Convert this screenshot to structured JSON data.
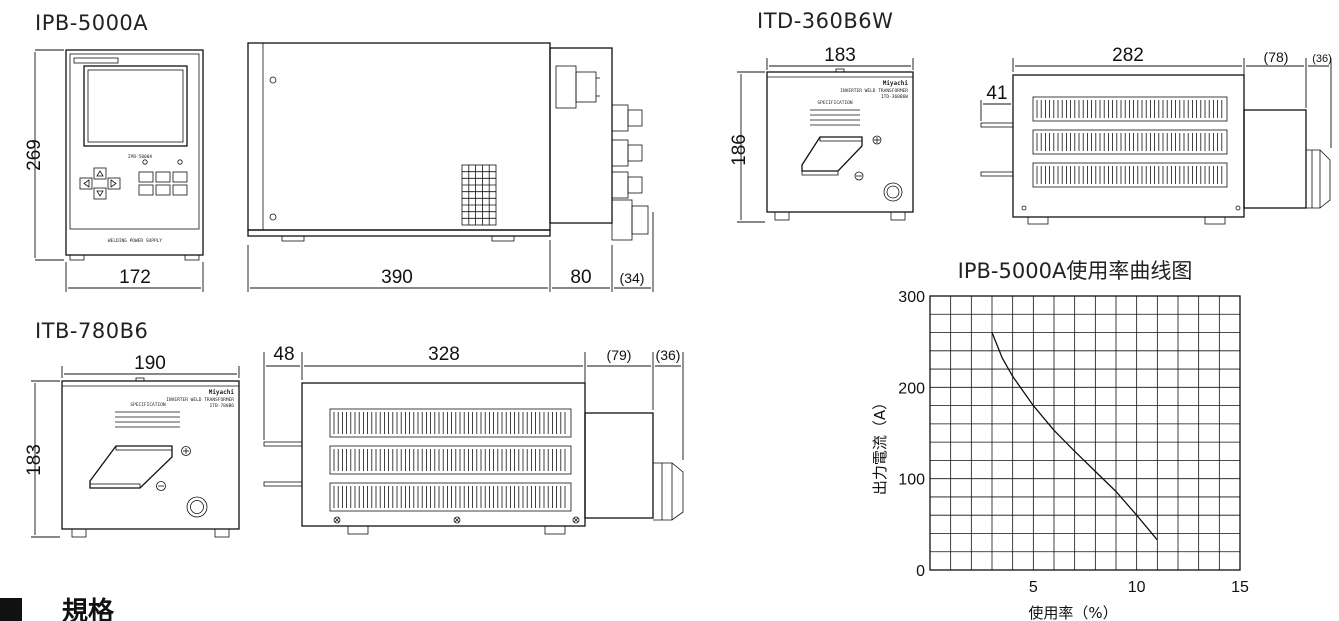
{
  "models": {
    "ipb": "IPB-5000A",
    "itd": "ITD-360B6W",
    "itb": "ITB-780B6"
  },
  "ipb_dims": {
    "height": "269",
    "front_width": "172",
    "side_length": "390",
    "protrusion": "80",
    "protrusion_extra": "(34)"
  },
  "itd_dims": {
    "width": "183",
    "height": "186",
    "length": "282",
    "terminal": "41",
    "extra_1": "(78)",
    "extra_2": "(36)"
  },
  "itb_dims": {
    "width": "190",
    "height": "183",
    "terminal": "48",
    "length": "328",
    "extra_1": "(79)",
    "extra_2": "(36)"
  },
  "panel_text": {
    "power_supply": "WELDING POWER SUPPLY",
    "ipb_model_label": "IPB-5000A"
  },
  "label_text": {
    "brand": "Miyachi",
    "transformer": "INVERTER WELD TRANSFORMER",
    "spec_heading": "SPECIFICATION",
    "itd_model": "ITD-360B6W",
    "itb_model": "ITB-780B6"
  },
  "section": {
    "heading": "規格"
  },
  "chart_data": {
    "type": "line",
    "title": "IPB-5000A使用率曲线图",
    "xlabel": "使用率（%）",
    "ylabel": "出力電流（A）",
    "xlim": [
      0,
      15
    ],
    "ylim": [
      0,
      300
    ],
    "x_ticks": [
      5,
      10,
      15
    ],
    "y_ticks": [
      0,
      100,
      200,
      300
    ],
    "grid": true,
    "series": [
      {
        "x": [
          3,
          3.5,
          4,
          5,
          6,
          7,
          8,
          9,
          10,
          11
        ],
        "values": [
          260,
          232,
          212,
          180,
          153,
          130,
          108,
          86,
          60,
          33
        ]
      }
    ]
  }
}
